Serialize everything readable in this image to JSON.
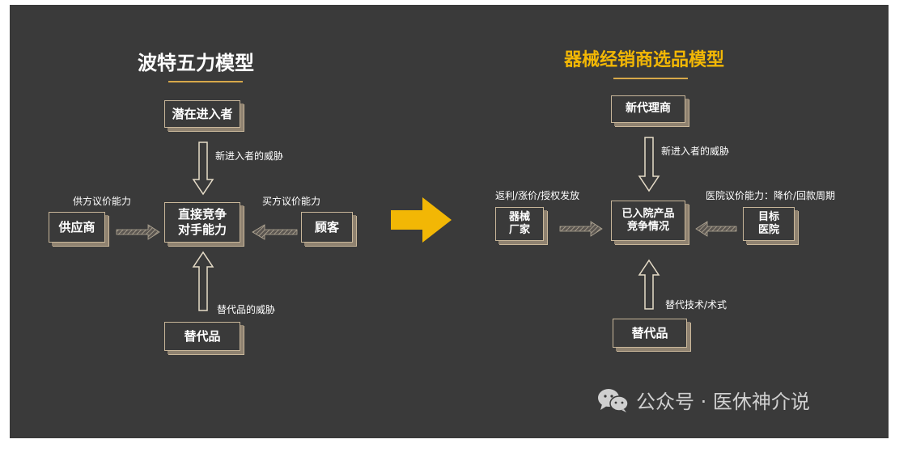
{
  "left": {
    "title": "波特五力模型",
    "top_box": "潜在进入者",
    "center_box": "直接竞争\n对手能力",
    "left_box": "供应商",
    "right_box": "顾客",
    "bottom_box": "替代品",
    "label_top": "新进入者的威胁",
    "label_left": "供方议价能力",
    "label_right": "买方议价能力",
    "label_bottom": "替代品的威胁"
  },
  "right": {
    "title": "器械经销商选品模型",
    "top_box": "新代理商",
    "center_box": "已入院产品\n竞争情况",
    "left_box": "器械\n厂家",
    "right_box": "目标\n医院",
    "bottom_box": "替代品",
    "label_top": "新进入者的威胁",
    "label_left": "返利/涨价/授权发放",
    "label_right": "医院议价能力：降价/回款周期",
    "label_bottom": "替代技术/术式"
  },
  "watermark": {
    "text": "公众号 · 医休神介说",
    "icon": "wechat-icon"
  },
  "colors": {
    "background": "#3a3a3a",
    "accent": "#f2b705",
    "box_border": "#c9b79a"
  }
}
